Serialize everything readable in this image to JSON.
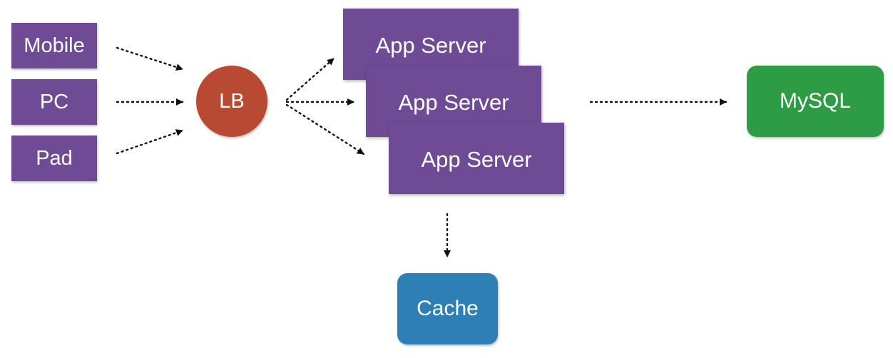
{
  "nodes": {
    "mobile": {
      "label": "Mobile"
    },
    "pc": {
      "label": "PC"
    },
    "pad": {
      "label": "Pad"
    },
    "lb": {
      "label": "LB"
    },
    "app_servers": [
      {
        "label": "App Server"
      },
      {
        "label": "App Server"
      },
      {
        "label": "App Server"
      }
    ],
    "mysql": {
      "label": "MySQL"
    },
    "cache": {
      "label": "Cache"
    }
  },
  "colors": {
    "client": "#6f4b95",
    "app_server": "#6f4b95",
    "lb": "#b84a33",
    "mysql": "#2e9b45",
    "cache": "#2e7fb6",
    "arrow": "#111111"
  },
  "edges": [
    {
      "from": "mobile",
      "to": "lb",
      "style": "dotted"
    },
    {
      "from": "pc",
      "to": "lb",
      "style": "dotted"
    },
    {
      "from": "pad",
      "to": "lb",
      "style": "dotted"
    },
    {
      "from": "lb",
      "to": "app_server_1",
      "style": "dotted"
    },
    {
      "from": "lb",
      "to": "app_server_2",
      "style": "dotted"
    },
    {
      "from": "lb",
      "to": "app_server_3",
      "style": "dotted"
    },
    {
      "from": "app_servers",
      "to": "mysql",
      "style": "dotted"
    },
    {
      "from": "app_servers",
      "to": "cache",
      "style": "dotted"
    }
  ]
}
